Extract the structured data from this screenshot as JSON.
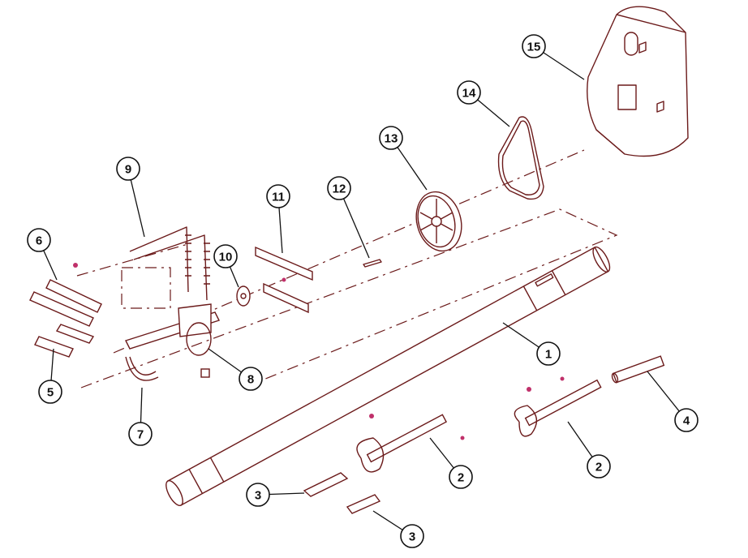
{
  "diagram": {
    "line_color": "#6b1a1a",
    "callouts": [
      {
        "id": "callout-15",
        "label": "15",
        "part": "guard-cover"
      },
      {
        "id": "callout-14",
        "label": "14",
        "part": "belt"
      },
      {
        "id": "callout-13",
        "label": "13",
        "part": "pulley"
      },
      {
        "id": "callout-12",
        "label": "12",
        "part": "key"
      },
      {
        "id": "callout-11",
        "label": "11",
        "part": "brackets"
      },
      {
        "id": "callout-10",
        "label": "10",
        "part": "bearing"
      },
      {
        "id": "callout-9",
        "label": "9",
        "part": "u-bolts"
      },
      {
        "id": "callout-6",
        "label": "6",
        "part": "mounting-plates"
      },
      {
        "id": "callout-1",
        "label": "1",
        "part": "tube"
      },
      {
        "id": "callout-8",
        "label": "8",
        "part": "head-frame"
      },
      {
        "id": "callout-5",
        "label": "5",
        "part": "clamp-plate"
      },
      {
        "id": "callout-7",
        "label": "7",
        "part": "tube-clamp"
      },
      {
        "id": "callout-4",
        "label": "4",
        "part": "drive-shaft"
      },
      {
        "id": "callout-2a",
        "label": "2",
        "part": "flighting-shaft"
      },
      {
        "id": "callout-2b",
        "label": "2",
        "part": "flighting-shaft"
      },
      {
        "id": "callout-3a",
        "label": "3",
        "part": "bushing"
      },
      {
        "id": "callout-3b",
        "label": "3",
        "part": "bushing"
      }
    ]
  }
}
